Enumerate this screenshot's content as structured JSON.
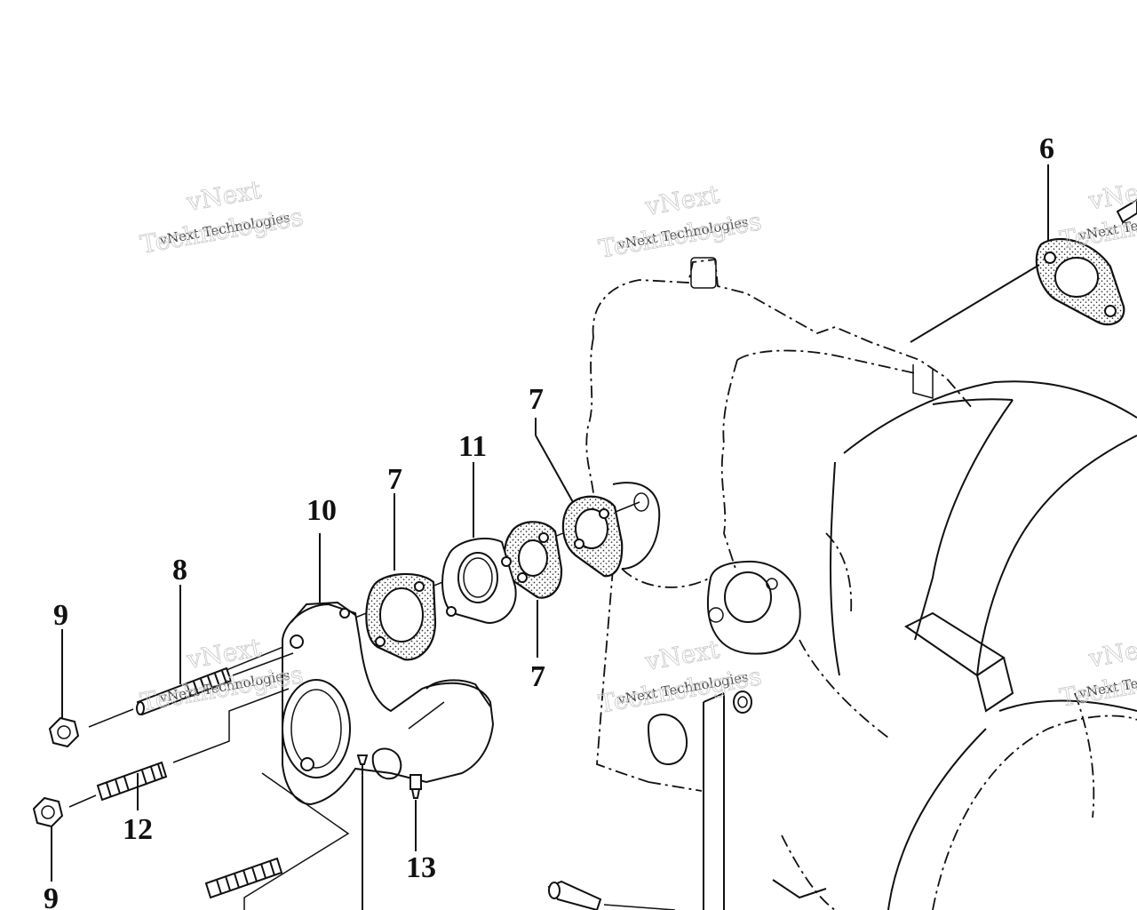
{
  "callouts": {
    "c6": "6",
    "c7a": "7",
    "c7b": "7",
    "c7c": "7",
    "c8": "8",
    "c9a": "9",
    "c9b": "9",
    "c10": "10",
    "c11": "11",
    "c12": "12",
    "c13": "13"
  },
  "watermark": {
    "line1": "vNext",
    "line2": "vNext Technologies",
    "line3": "Technologies"
  }
}
